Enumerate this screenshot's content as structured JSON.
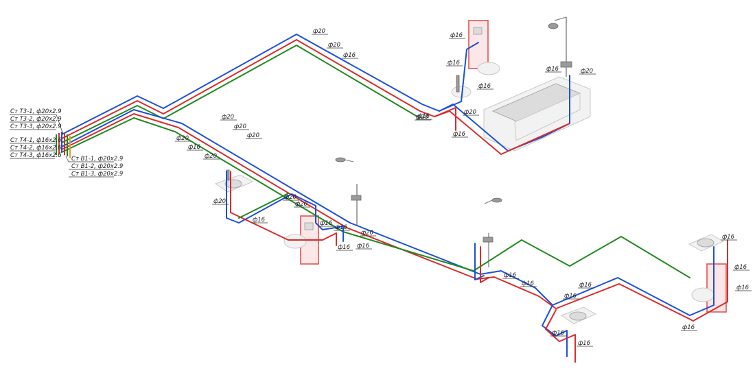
{
  "riser_labels": {
    "t3": [
      "Ст Т3-1, ф20х2.9",
      "Ст Т3-2, ф20х2.9",
      "Ст Т3-3, ф20х2.9"
    ],
    "t4": [
      "Ст Т4-1, ф16х2.6",
      "Ст Т4-2, ф16х2.6",
      "Ст Т4-3, ф16х2.6"
    ],
    "b1": [
      "Ст В1-1, ф20х2.9",
      "Ст В1-2, ф20х2.9",
      "Ст В1-3, ф20х2.9"
    ]
  },
  "dim_labels": [
    "ф20",
    "ф20",
    "ф16",
    "ф16",
    "ф16",
    "ф16",
    "ф20",
    "ф20",
    "ф20",
    "ф20",
    "ф16",
    "ф20",
    "ф20",
    "ф20",
    "ф16",
    "ф20",
    "ф20",
    "ф16",
    "ф16",
    "ф20",
    "ф20",
    "ф16",
    "ф20",
    "ф16",
    "ф16",
    "ф16",
    "ф16",
    "ф16",
    "ф16",
    "ф16",
    "ф16",
    "ф16",
    "ф16",
    "ф16",
    "ф16",
    "ф16",
    "ф16"
  ],
  "colors": {
    "hot_supply": "#d92b2b",
    "hot_circulation": "#1f8a1f",
    "cold_water": "#1d4fd8",
    "frame": "#e05555"
  }
}
